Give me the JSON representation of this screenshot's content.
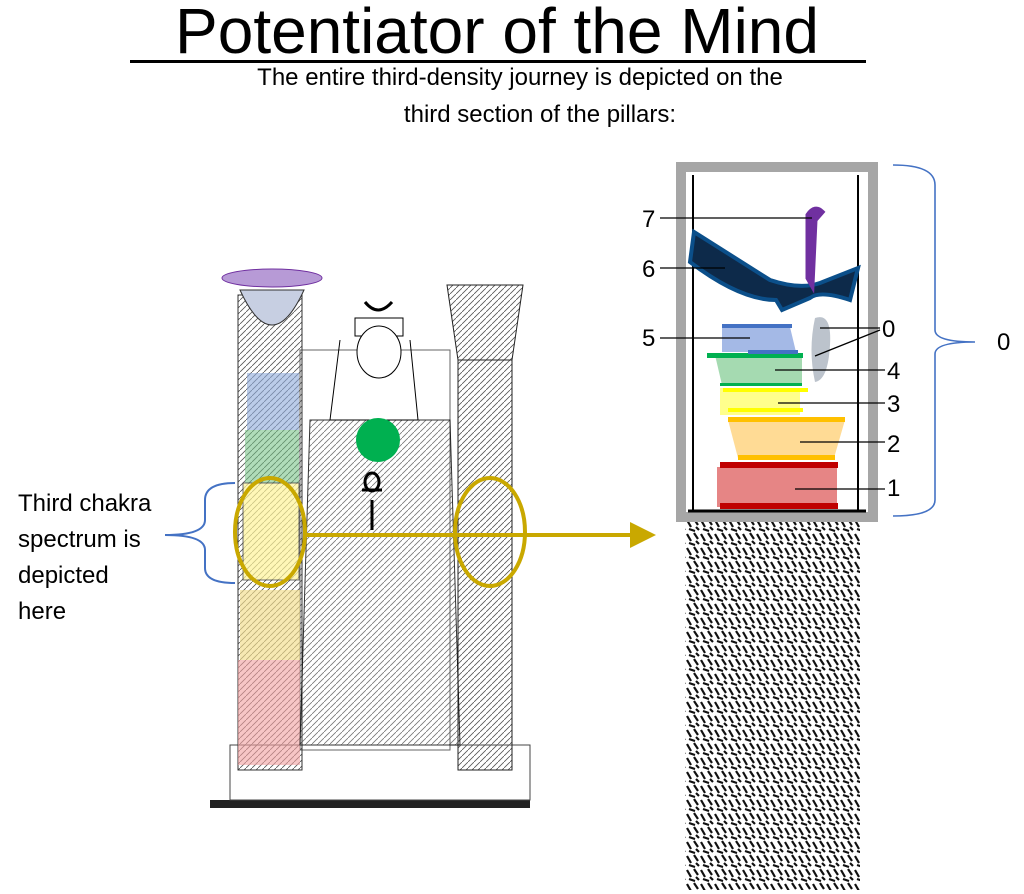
{
  "title": "Potentiator of the Mind",
  "subtitle": {
    "line1": "The entire third-density journey is depicted on the",
    "line2": "third section of the pillars:"
  },
  "left_label": {
    "line1": "Third chakra",
    "line2": "spectrum is",
    "line3": "depicted",
    "line4": "here"
  },
  "right_labels": {
    "n7": "7",
    "n6": "6",
    "n5": "5",
    "n0": "0",
    "n4": "4",
    "n3": "3",
    "n2": "2",
    "n1": "1",
    "brace": "0"
  },
  "colors": {
    "violet": "#7030a0",
    "indigo": "#0b4f8a",
    "blue": "#4472c4",
    "green": "#00b050",
    "yellow": "#ffff00",
    "orange": "#ffc000",
    "red": "#c00000",
    "arrow": "#c9a800",
    "brace": "#4472c4"
  }
}
